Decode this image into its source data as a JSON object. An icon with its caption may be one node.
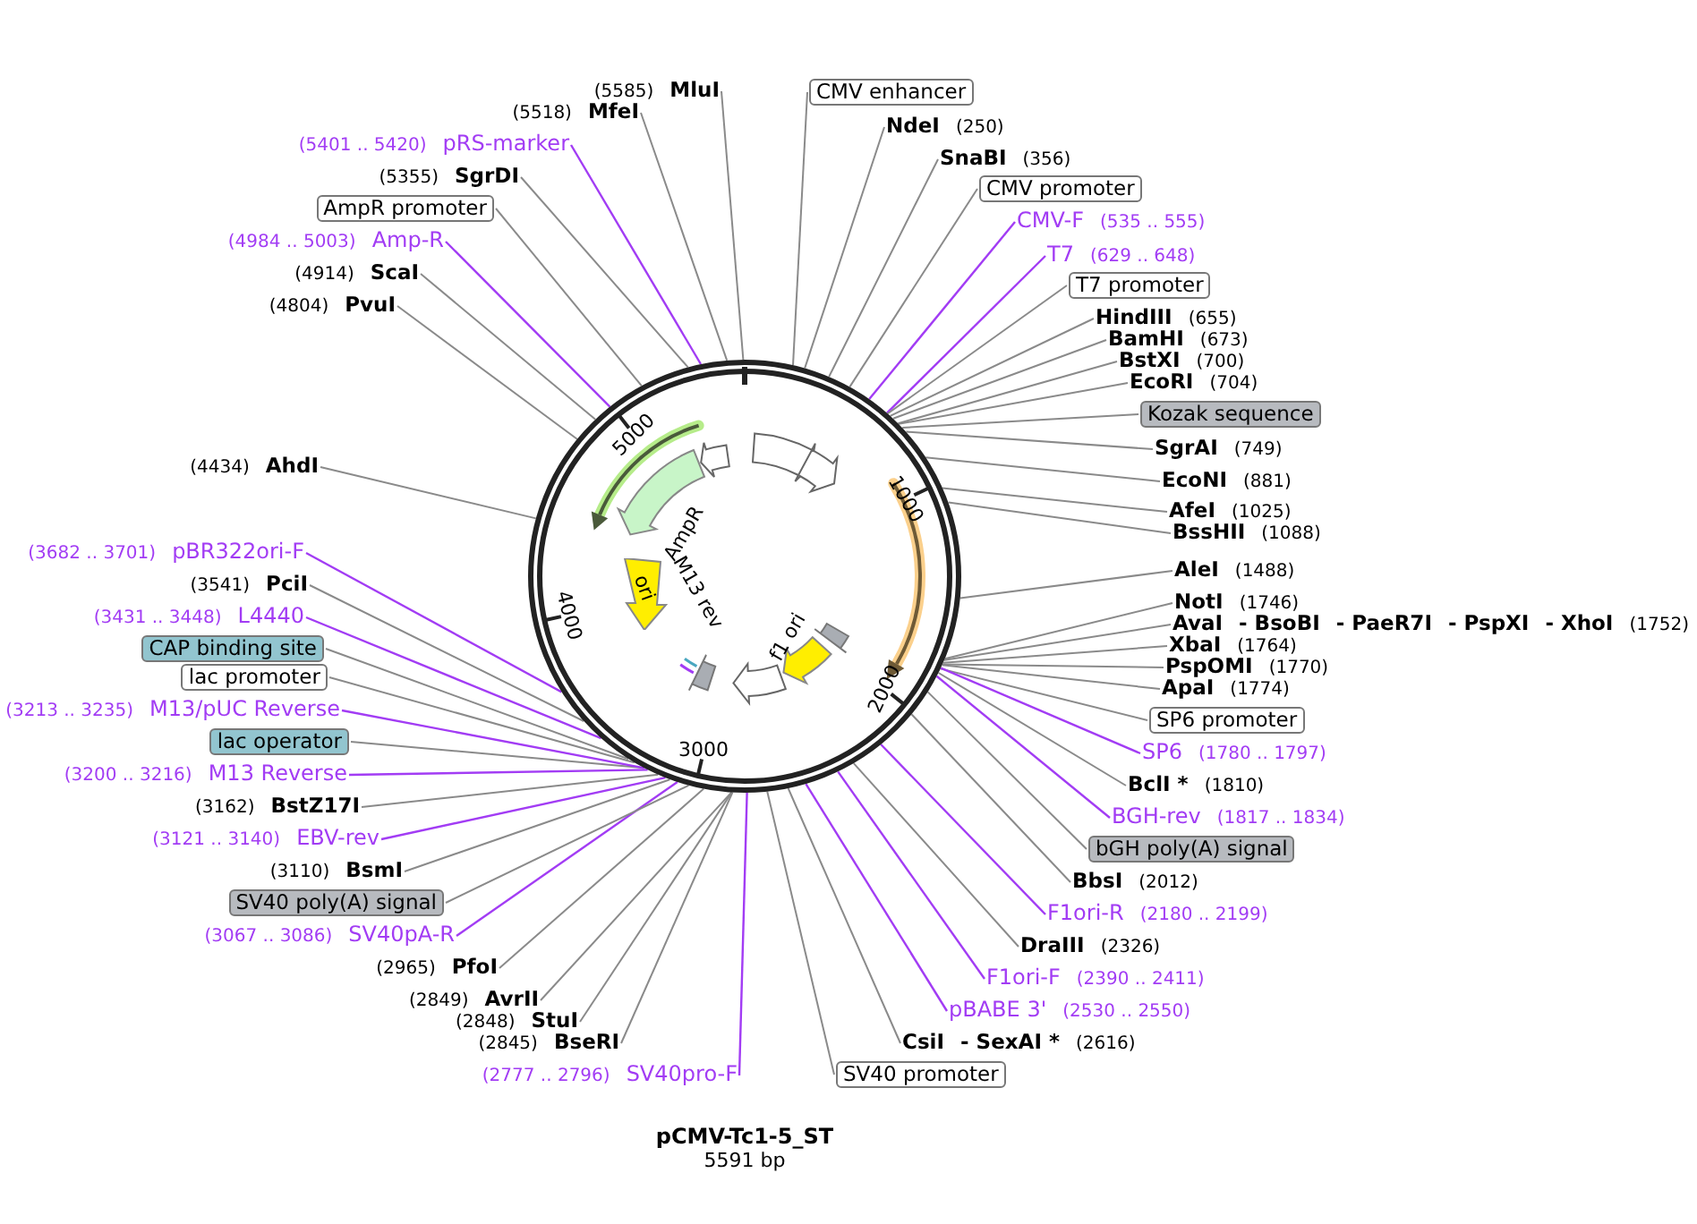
{
  "diagram": {
    "title": "pCMV-Tc1-5_ST",
    "caption": "5591 bp",
    "nodes": [
      {
        "text": [
          "(5585)",
          "MluI"
        ]
      },
      {
        "text": [
          "(5518)",
          "MfeI"
        ]
      },
      {
        "text": [
          "(5401 .. 5420)",
          "pRS-marker"
        ]
      },
      {
        "text": [
          "(5355)",
          "SgrDI"
        ]
      },
      {
        "text": [
          "AmpR promoter"
        ]
      },
      {
        "text": [
          "(4984 .. 5003)",
          "Amp-R"
        ]
      },
      {
        "text": [
          "(4914)",
          "ScaI"
        ]
      },
      {
        "text": [
          "(4804)",
          "PvuI"
        ]
      },
      {
        "text": [
          "(4434)",
          "AhdI"
        ]
      },
      {
        "text": [
          "CMV enhancer"
        ]
      },
      {
        "text": [
          "NdeI",
          "(250)"
        ]
      },
      {
        "text": [
          "SnaBI",
          "(356)"
        ]
      },
      {
        "text": [
          "CMV promoter"
        ]
      },
      {
        "text": [
          "CMV-F",
          "(535 .. 555)"
        ]
      },
      {
        "text": [
          "T7",
          "(629 .. 648)"
        ]
      },
      {
        "text": [
          "T7 promoter"
        ]
      },
      {
        "text": [
          "HindIII",
          "(655)"
        ]
      },
      {
        "text": [
          "BamHI",
          "(673)"
        ]
      },
      {
        "text": [
          "BstXI",
          "(700)"
        ]
      },
      {
        "text": [
          "EcoRI",
          "(704)"
        ]
      },
      {
        "text": [
          "Kozak sequence"
        ]
      },
      {
        "text": [
          "SgrAI",
          "(749)"
        ]
      },
      {
        "text": [
          "EcoNI",
          "(881)"
        ]
      },
      {
        "text": [
          "AfeI",
          "(1025)"
        ]
      },
      {
        "text": [
          "BssHII",
          "(1088)"
        ]
      },
      {
        "text": [
          "AleI",
          "(1488)"
        ]
      },
      {
        "text": [
          "NotI",
          "(1746)"
        ]
      },
      {
        "text": [
          "AvaI",
          "- BsoBI",
          "- PaeR7I",
          "- PspXI",
          "- XhoI",
          "(1752)"
        ]
      },
      {
        "text": [
          "XbaI",
          "(1764)"
        ]
      },
      {
        "text": [
          "PspOMI",
          "(1770)"
        ]
      },
      {
        "text": [
          "ApaI",
          "(1774)"
        ]
      },
      {
        "text": [
          "SP6 promoter"
        ]
      },
      {
        "text": [
          "SP6",
          "(1780 .. 1797)"
        ]
      },
      {
        "text": [
          "BclI *",
          "(1810)"
        ]
      },
      {
        "text": [
          "BGH-rev",
          "(1817 .. 1834)"
        ]
      },
      {
        "text": [
          "bGH poly(A) signal"
        ]
      },
      {
        "text": [
          "BbsI",
          "(2012)"
        ]
      },
      {
        "text": [
          "F1ori-R",
          "(2180 .. 2199)"
        ]
      },
      {
        "text": [
          "DraIII",
          "(2326)"
        ]
      },
      {
        "text": [
          "F1ori-F",
          "(2390 .. 2411)"
        ]
      },
      {
        "text": [
          "pBABE 3'",
          "(2530 .. 2550)"
        ]
      },
      {
        "text": [
          "CsiI",
          "- SexAI *",
          "(2616)"
        ]
      },
      {
        "text": [
          "SV40 promoter"
        ]
      },
      {
        "text": [
          "(2777 .. 2796)",
          "SV40pro-F"
        ]
      },
      {
        "text": [
          "(2845)",
          "BseRI"
        ]
      },
      {
        "text": [
          "(2848)",
          "StuI"
        ]
      },
      {
        "text": [
          "(2849)",
          "AvrII"
        ]
      },
      {
        "text": [
          "(2965)",
          "PfoI"
        ]
      },
      {
        "text": [
          "(3067 .. 3086)",
          "SV40pA-R"
        ]
      },
      {
        "text": [
          "SV40 poly(A) signal"
        ]
      },
      {
        "text": [
          "(3110)",
          "BsmI"
        ]
      },
      {
        "text": [
          "(3121 .. 3140)",
          "EBV-rev"
        ]
      },
      {
        "text": [
          "(3162)",
          "BstZ17I"
        ]
      },
      {
        "text": [
          "(3200 .. 3216)",
          "M13 Reverse"
        ]
      },
      {
        "text": [
          "lac operator"
        ]
      },
      {
        "text": [
          "(3213 .. 3235)",
          "M13/pUC Reverse"
        ]
      },
      {
        "text": [
          "lac promoter"
        ]
      },
      {
        "text": [
          "CAP binding site"
        ]
      },
      {
        "text": [
          "(3431 .. 3448)",
          "L4440"
        ]
      },
      {
        "text": [
          "(3541)",
          "PciI"
        ]
      },
      {
        "text": [
          "(3682 .. 3701)",
          "pBR322ori-F"
        ]
      },
      {
        "text": [],
        "shape": "circle"
      },
      {
        "text": [
          "ori"
        ],
        "in": 61
      }
    ],
    "edges": [
      {
        "from": 0,
        "to": 61,
        "arrow": "none"
      },
      {
        "from": 1,
        "to": 61,
        "arrow": "none"
      },
      {
        "from": 2,
        "to": 61,
        "arrow": "none",
        "color": "#a23cf4"
      },
      {
        "from": 3,
        "to": 61,
        "arrow": "none"
      },
      {
        "from": 4,
        "to": 61,
        "arrow": "none"
      },
      {
        "from": 5,
        "to": 61,
        "arrow": "none",
        "color": "#a23cf4"
      },
      {
        "from": 6,
        "to": 61,
        "arrow": "none"
      },
      {
        "from": 7,
        "to": 61,
        "arrow": "none"
      },
      {
        "from": 8,
        "to": 61,
        "arrow": "none"
      },
      {
        "from": 9,
        "to": 61,
        "arrow": "none"
      },
      {
        "from": 10,
        "to": 61,
        "arrow": "none"
      },
      {
        "from": 11,
        "to": 61,
        "arrow": "none"
      },
      {
        "from": 12,
        "to": 61,
        "arrow": "none"
      },
      {
        "from": 13,
        "to": 61,
        "arrow": "none",
        "color": "#a23cf4"
      },
      {
        "from": 14,
        "to": 61,
        "arrow": "none",
        "color": "#a23cf4"
      },
      {
        "from": 15,
        "to": 61,
        "arrow": "none"
      },
      {
        "from": 16,
        "to": 61,
        "arrow": "none"
      },
      {
        "from": 17,
        "to": 61,
        "arrow": "none"
      },
      {
        "from": 18,
        "to": 61,
        "arrow": "none"
      },
      {
        "from": 19,
        "to": 61,
        "arrow": "none"
      },
      {
        "from": 20,
        "to": 61,
        "arrow": "none"
      },
      {
        "from": 21,
        "to": 61,
        "arrow": "none"
      },
      {
        "from": 22,
        "to": 61,
        "arrow": "none"
      },
      {
        "from": 23,
        "to": 61,
        "arrow": "none"
      },
      {
        "from": 24,
        "to": 61,
        "arrow": "none"
      },
      {
        "from": 25,
        "to": 61,
        "arrow": "none"
      },
      {
        "from": 26,
        "to": 61,
        "arrow": "none"
      },
      {
        "from": 27,
        "to": 61,
        "arrow": "none"
      },
      {
        "from": 28,
        "to": 61,
        "arrow": "none"
      },
      {
        "from": 29,
        "to": 61,
        "arrow": "none"
      },
      {
        "from": 30,
        "to": 61,
        "arrow": "none"
      },
      {
        "from": 31,
        "to": 61,
        "arrow": "none"
      },
      {
        "from": 32,
        "to": 61,
        "arrow": "none",
        "color": "#a23cf4"
      },
      {
        "from": 33,
        "to": 61,
        "arrow": "none"
      },
      {
        "from": 34,
        "to": 61,
        "arrow": "none",
        "color": "#a23cf4"
      },
      {
        "from": 35,
        "to": 61,
        "arrow": "none"
      },
      {
        "from": 36,
        "to": 61,
        "arrow": "none"
      },
      {
        "from": 37,
        "to": 61,
        "arrow": "none",
        "color": "#a23cf4"
      },
      {
        "from": 38,
        "to": 61,
        "arrow": "none"
      },
      {
        "from": 39,
        "to": 61,
        "arrow": "none",
        "color": "#a23cf4"
      },
      {
        "from": 40,
        "to": 61,
        "arrow": "none",
        "color": "#a23cf4"
      },
      {
        "from": 41,
        "to": 61,
        "arrow": "none"
      },
      {
        "from": 42,
        "to": 61,
        "arrow": "none"
      },
      {
        "from": 43,
        "to": 61,
        "arrow": "none",
        "color": "#a23cf4"
      },
      {
        "from": 44,
        "to": 61,
        "arrow": "none"
      },
      {
        "from": 45,
        "to": 61,
        "arrow": "none"
      },
      {
        "from": 46,
        "to": 61,
        "arrow": "none"
      },
      {
        "from": 47,
        "to": 61,
        "arrow": "none"
      },
      {
        "from": 48,
        "to": 61,
        "arrow": "none",
        "color": "#a23cf4"
      },
      {
        "from": 49,
        "to": 61,
        "arrow": "none"
      },
      {
        "from": 50,
        "to": 61,
        "arrow": "none"
      },
      {
        "from": 51,
        "to": 61,
        "arrow": "none",
        "color": "#a23cf4"
      },
      {
        "from": 52,
        "to": 61,
        "arrow": "none"
      },
      {
        "from": 53,
        "to": 61,
        "arrow": "none",
        "color": "#a23cf4"
      },
      {
        "from": 54,
        "to": 61,
        "arrow": "none"
      },
      {
        "from": 55,
        "to": 61,
        "arrow": "none",
        "color": "#a23cf4"
      },
      {
        "from": 56,
        "to": 61,
        "arrow": "none"
      },
      {
        "from": 57,
        "to": 61,
        "arrow": "none"
      },
      {
        "from": 58,
        "to": 61,
        "arrow": "none",
        "color": "#a23cf4"
      },
      {
        "from": 59,
        "to": 61,
        "arrow": "none"
      },
      {
        "from": 60,
        "to": 61,
        "arrow": "none",
        "color": "#a23cf4"
      }
    ],
    "labels": [
      "5000",
      "1000",
      "4000",
      "2000",
      "3000",
      "AmpR",
      "M13 rev",
      "f1 ori"
    ]
  }
}
